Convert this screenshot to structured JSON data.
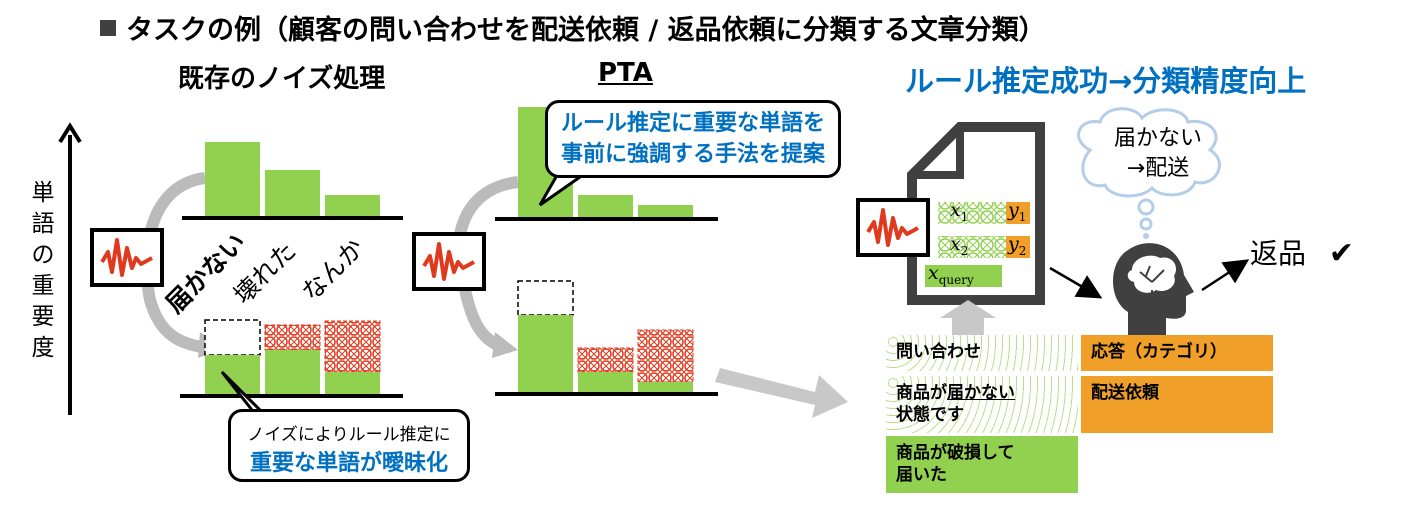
{
  "title": "タスクの例（顧客の問い合わせを配送依頼 / 返品依頼に分類する文章分類）",
  "sections": {
    "existing": "既存のノイズ処理",
    "pta": "PTA",
    "result": "ルール推定成功→分類精度向上"
  },
  "y_axis_label": [
    "単",
    "語",
    "の",
    "重",
    "要",
    "度"
  ],
  "words": [
    "届かない",
    "壊れた",
    "なんか"
  ],
  "callout_noise": {
    "line1": "ノイズによりルール推定に",
    "line2": "重要な単語が曖昧化"
  },
  "callout_pta": {
    "line1": "ルール推定に重要な単語を",
    "line2": "事前に強調する手法を提案"
  },
  "prompt_doc": {
    "x1": "x",
    "x1_sub": "1",
    "y1": "y",
    "y1_sub": "1",
    "x2": "x",
    "x2_sub": "2",
    "y2": "y",
    "y2_sub": "2",
    "xq": "x",
    "xq_sub": "query"
  },
  "thought": {
    "line1": "届かない",
    "line2": "→配送"
  },
  "prediction": "返品",
  "check_icon": "✔",
  "table": {
    "header_query": "問い合わせ",
    "header_answer": "応答（カテゴリ）",
    "row1_text_pre": "商品が",
    "row1_text_emph": "届かない",
    "row1_text_post": "状態です",
    "row1_answer": "配送依頼",
    "row2_text_line1": "商品が破損して",
    "row2_text_line2": "届いた"
  },
  "colors": {
    "green": "#92d050",
    "orange": "#f0a028",
    "red": "#e03a1e",
    "blue": "#0070c0",
    "gray": "#c8c8c8",
    "dark": "#404040"
  }
}
